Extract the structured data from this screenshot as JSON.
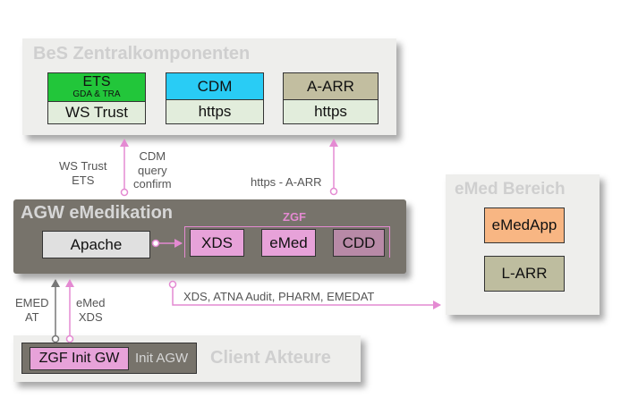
{
  "bes": {
    "title": "BeS Zentralkomponenten",
    "ets": {
      "label": "ETS",
      "sublabel": "GDA & TRA",
      "protocol": "WS Trust"
    },
    "cdm": {
      "label": "CDM",
      "protocol": "https"
    },
    "aarr": {
      "label": "A-ARR",
      "protocol": "https"
    }
  },
  "agw": {
    "title": "AGW eMedikation",
    "apache": "Apache",
    "zgf_label": "ZGF",
    "xds": "XDS",
    "emed": "eMed",
    "cdd": "CDD"
  },
  "emed_bereich": {
    "title": "eMed Bereich",
    "emedapp": "eMedApp",
    "larr": "L-ARR"
  },
  "client": {
    "title": "Client Akteure",
    "zgf_init_gw": "ZGF Init GW",
    "init_agw": "Init AGW"
  },
  "connections": {
    "ws_trust_line1": "WS Trust",
    "ws_trust_line2": "ETS",
    "cdm_query_line1": "CDM",
    "cdm_query_line2": "query",
    "cdm_query_line3": "confirm",
    "https_aarr": "https - A-ARR",
    "xds_flow": "XDS, ATNA Audit, PHARM, EMEDAT",
    "emed_at_line1": "EMED",
    "emed_at_line2": "AT",
    "emed_xds_line1": "eMed",
    "emed_xds_line2": "XDS"
  },
  "colors": {
    "ets_green": "#22c63a",
    "cdm_cyan": "#29ccf5",
    "aarr_khaki": "#c2bea0",
    "light_green": "#e2eddc",
    "pink": "#e7a2d9",
    "cdd_mauve": "#b88aa7",
    "emedapp_orange": "#f8b683",
    "larr_khaki": "#bebd9f",
    "agw_gray": "#77736b",
    "panel_light": "#eeeeec",
    "arrow_pink": "#e48ad2",
    "arrow_gray": "#888888"
  }
}
